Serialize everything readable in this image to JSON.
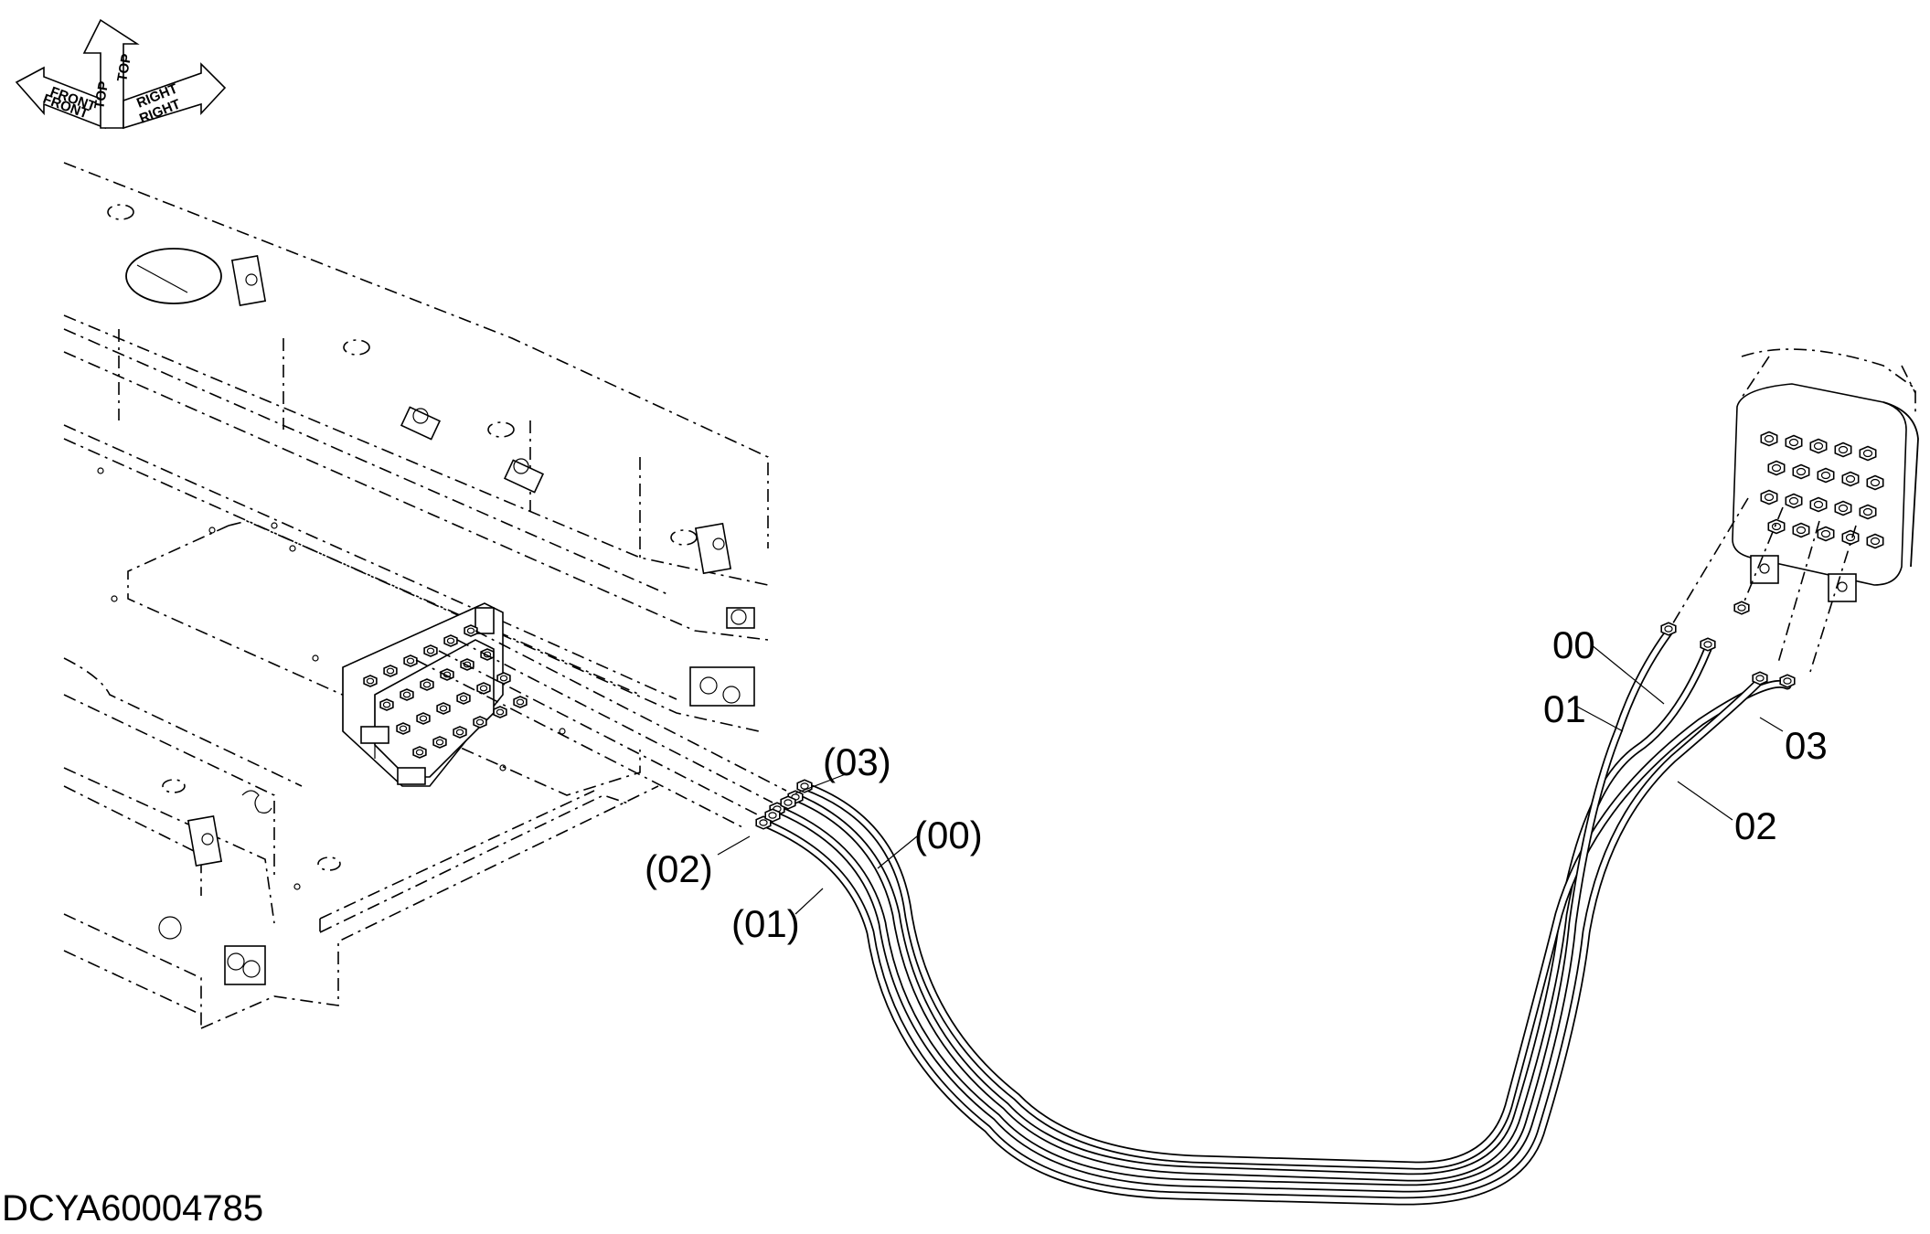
{
  "orientation": {
    "front": "FRONT",
    "top": "TOP",
    "right": "RIGHT"
  },
  "callouts": {
    "left": [
      "(03)",
      "(00)",
      "(02)",
      "(01)"
    ],
    "right": [
      "00",
      "01",
      "03",
      "02"
    ]
  },
  "drawing_code": "DCYA60004785"
}
